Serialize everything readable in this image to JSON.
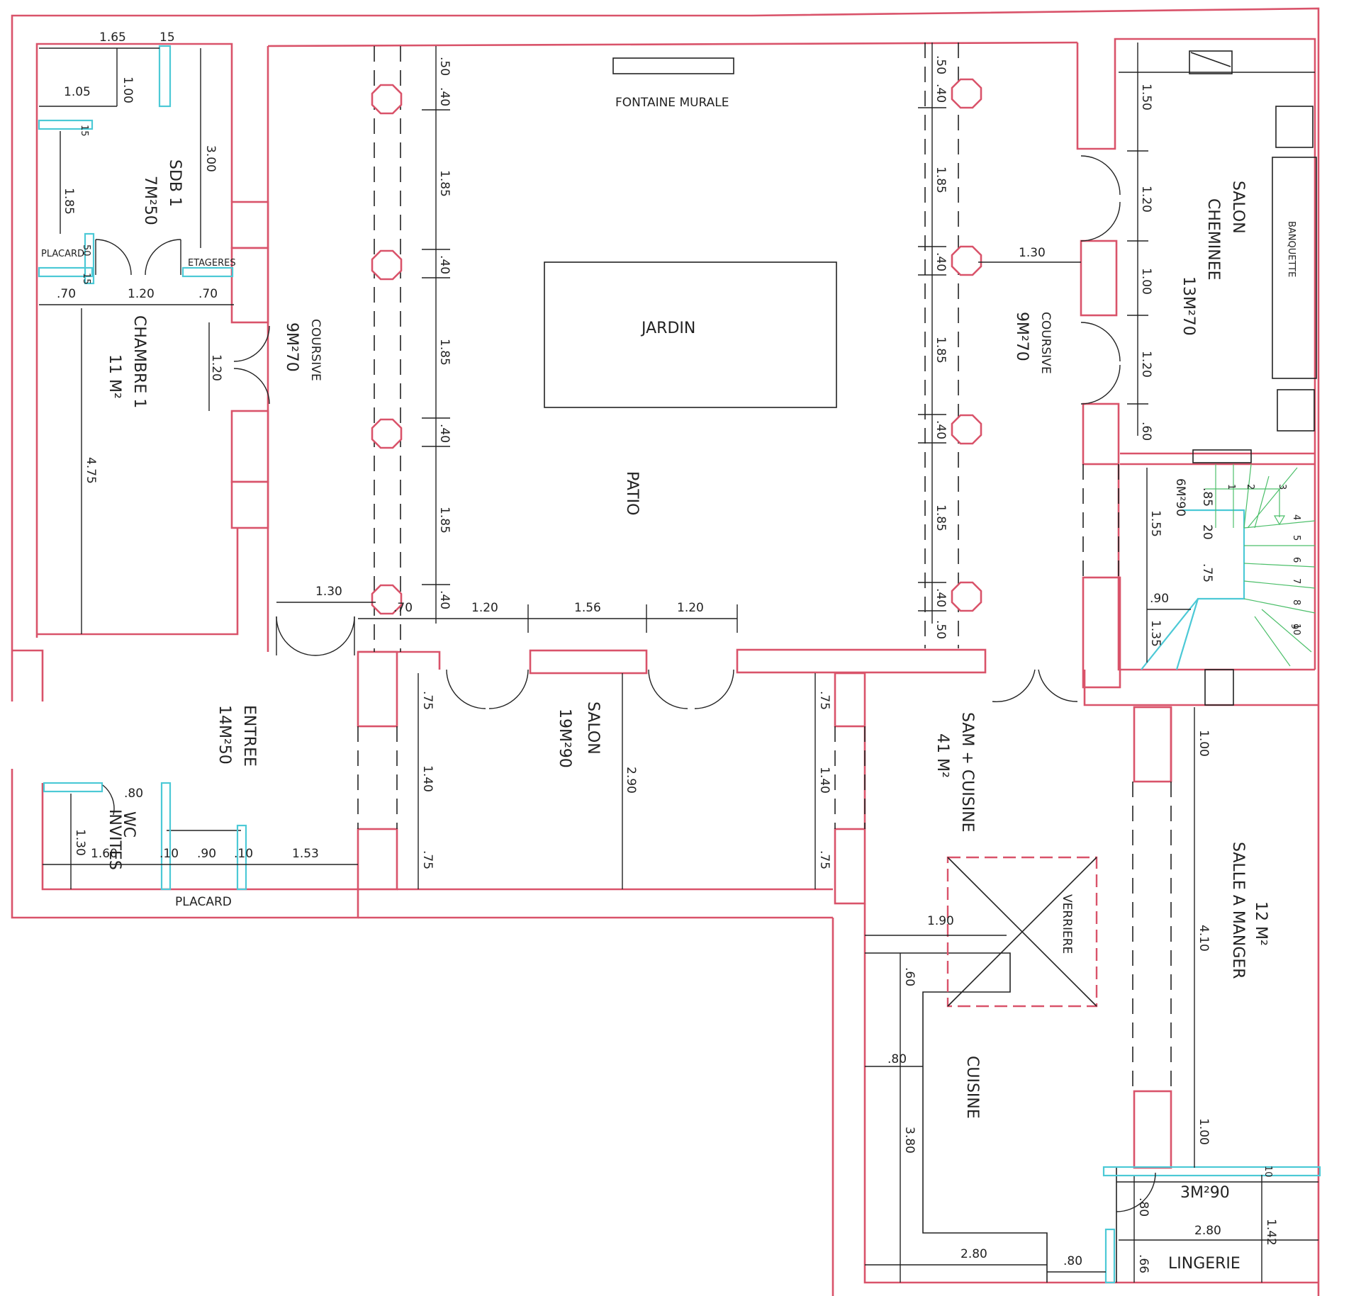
{
  "rooms": {
    "sdb1_name": "SDB 1",
    "sdb1_area": "7M²50",
    "chambre1_name": "CHAMBRE 1",
    "chambre1_area": "11 M²",
    "coursive_left_name": "COURSIVE",
    "coursive_left_area": "9M²70",
    "jardin": "JARDIN",
    "patio": "PATIO",
    "fontaine": "FONTAINE MURALE",
    "coursive_right_name": "COURSIVE",
    "coursive_right_area": "9M²70",
    "salon_cheminee_1": "SALON",
    "salon_cheminee_2": "CHEMINEE",
    "salon_cheminee_area": "13M²70",
    "banquette": "BANQUETTE",
    "stair_area": "6M²90",
    "entree_name": "ENTREE",
    "entree_area": "14M²50",
    "wc_1": "WC",
    "wc_2": "INVITES",
    "placard_bottom": "PLACARD",
    "placard_top": "PLACARD",
    "etageres": "ETAGERES",
    "salon_name": "SALON",
    "salon_area": "19M²90",
    "sam_1": "SAM + CUISINE",
    "sam_2": "41 M²",
    "verriere": "VERRIERE",
    "cuisine": "CUISINE",
    "salle_1": "SALLE A MANGER",
    "salle_2": "12 M²",
    "lingerie_area": "3M²90",
    "lingerie": "LINGERIE"
  },
  "dims": {
    "d165": "1.65",
    "d15a": "15",
    "d105": "1.05",
    "d100a": "1.00",
    "d15b": "15",
    "d300": "3.00",
    "d185a": "1.85",
    "d050a": "50",
    "d15c": "15",
    "d070a": ".70",
    "d120a": "1.20",
    "d070b": ".70",
    "d120b": "1.20",
    "d475": "4.75",
    "c1_50": ".50",
    "c1_40": ".40",
    "c1_185a": "1.85",
    "c1_40b": ".40",
    "c1_185b": "1.85",
    "c1_40c": ".40",
    "c1_185c": "1.85",
    "c1_40d": ".40",
    "c2_50": ".50",
    "c2_40": ".40",
    "c2_185a": "1.85",
    "c2_40b": ".40",
    "c2_185b": "1.85",
    "c2_40c": ".40",
    "c2_185c": "1.85",
    "c2_40d": ".40",
    "c2_50b": ".50",
    "d130a": "1.30",
    "d070c": ".70",
    "d120c": "1.20",
    "d156": "1.56",
    "d120d": "1.20",
    "d130b": "1.30",
    "s150": "1.50",
    "s120a": "1.20",
    "s100": "1.00",
    "s120b": "1.20",
    "s060": ".60",
    "st085": ".85",
    "st155": "1.55",
    "st020": "20",
    "st075": ".75",
    "st090": ".90",
    "st135": "1.35",
    "sl075a": ".75",
    "sl140": "1.40",
    "sl075b": ".75",
    "sl290": "2.90",
    "sr075a": ".75",
    "sr140": "1.40",
    "sr075b": ".75",
    "e080": ".80",
    "e130": "1.30",
    "e160": "1.60",
    "e010a": ".10",
    "e090": ".90",
    "e010b": ".10",
    "e153": "1.53",
    "k190": "1.90",
    "k060": ".60",
    "k080a": ".80",
    "k380": "3.80",
    "k280": "2.80",
    "k080b": ".80",
    "m100a": "1.00",
    "m410": "4.10",
    "m100b": "1.00",
    "l010": "10",
    "l080": ".80",
    "l142": "1.42",
    "l280": "2.80",
    "l066": ".66"
  },
  "stair_steps": [
    "1",
    "2",
    "3",
    "4",
    "5",
    "6",
    "7",
    "8",
    "9",
    "10"
  ],
  "colors": {
    "wall": "#d9536a",
    "cabinet": "#4cc9d6",
    "stair": "#4cbf6a",
    "line": "#222222"
  }
}
